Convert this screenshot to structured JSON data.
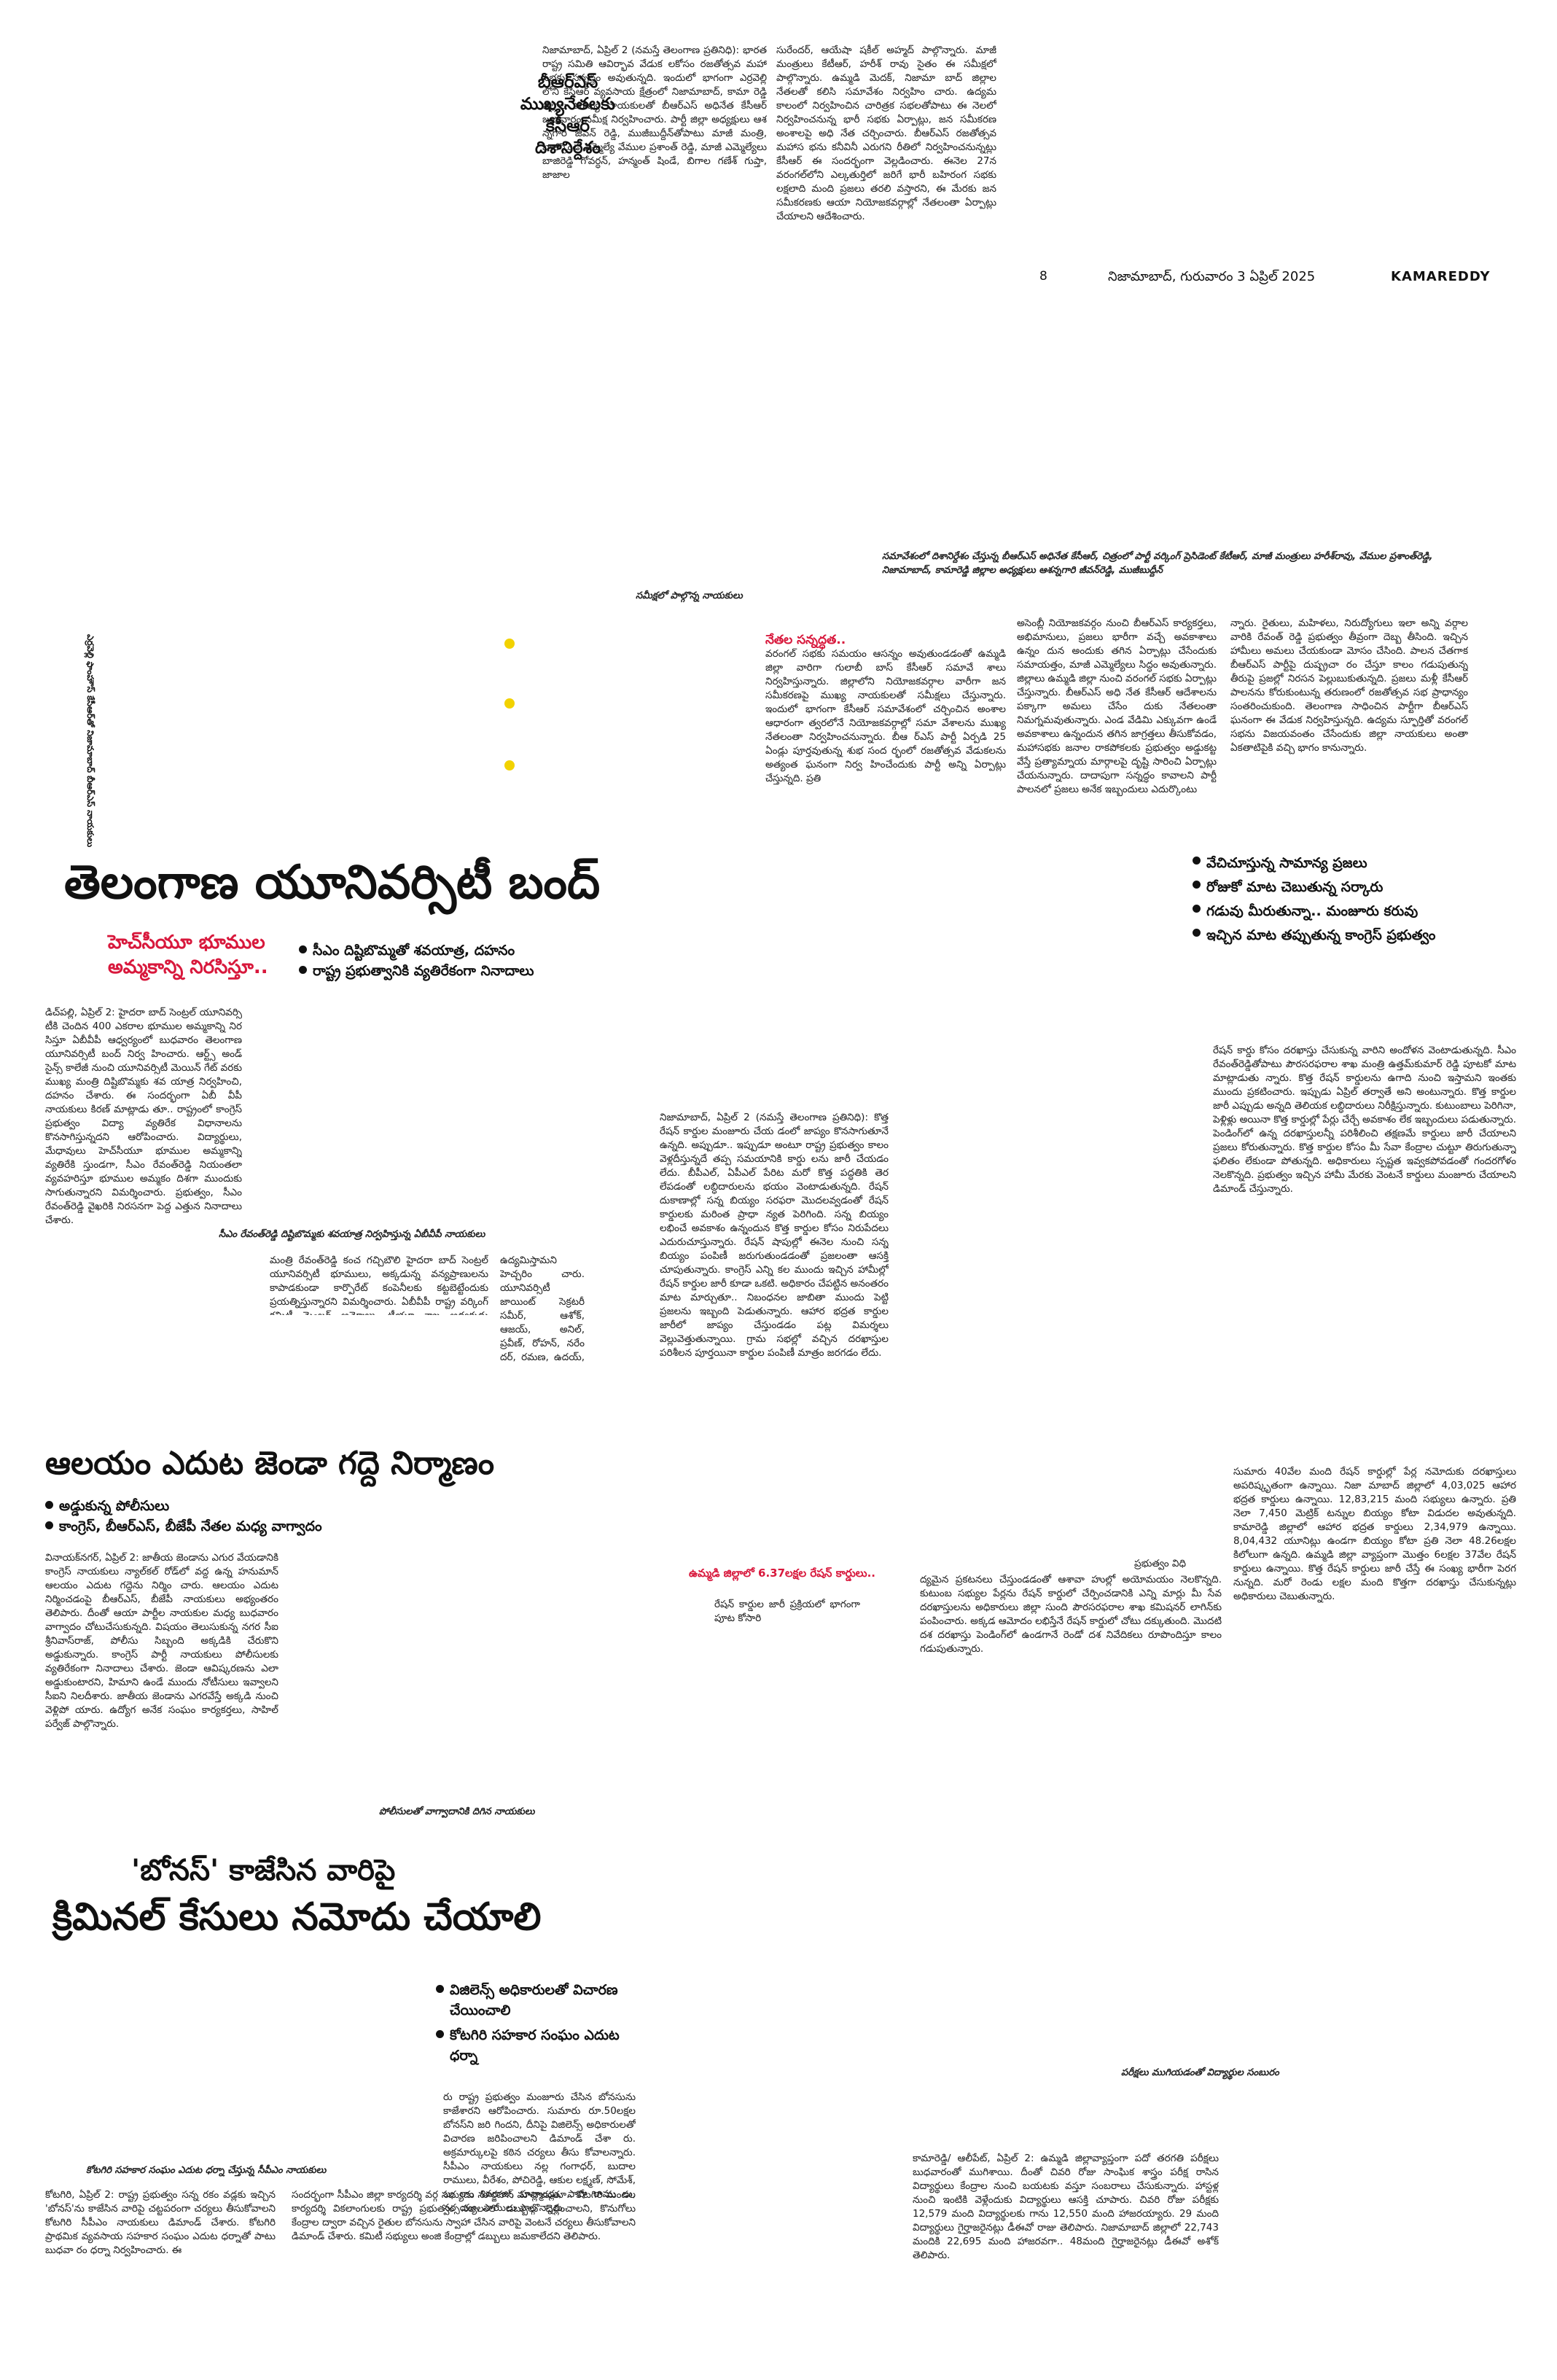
{
  "header": {
    "page_no": "8",
    "dateline": "నిజామాబాద్, గురువారం 3 ఏప్రిల్ 2025",
    "edition": "KAMAREDDY"
  },
  "story_brs": {
    "headline": [
      "బీఆర్ఎస్",
      "ముఖ్యనేతలకు",
      "కేసీఆర్",
      "దిశానిర్దేశం"
    ],
    "col1": "నిజామాబాద్, ఏప్రిల్ 2 (నమస్తే తెలంగాణ ప్రతినిధి): భారత రాష్ట్ర సమితి ఆవిర్భావ వేడుక లకోసం రజతోత్సవ మహా సభకు సన్నద్ధం అవుతున్నది. ఇందులో భాగంగా ఎర్రవెల్లి లోని కేసీఆర్ వ్యవసాయ క్షేత్రంలో నిజామాబాద్, కామా రెడ్డి జిల్లాల ముఖ్య నాయకులతో బీఆర్ఎస్ అధినేత కేసీఆర్ బుధవారం సమీక్ష నిర్వహించారు. పార్టీ జిల్లా అధ్యక్షులు ఆశ న్నగారి జీవన్ రెడ్డి, ముజీబుద్దీన్‌తోపాటు మాజీ మంత్రి, బాల్కొండ ఎమ్మెల్యే వేముల ప్రశాంత్ రెడ్డి, మాజీ ఎమ్మెల్యేలు బాజిరెడ్డి గోవర్ధన్, హన్మంత్ షిండే, బిగాల గణేశ్ గుప్తా, జాజాల",
    "col2": "సురేందర్, ఆయేషా షకీల్ అహ్మద్ పాల్గొన్నారు. మాజీ మంత్రులు కేటీఆర్, హరీశ్ రావు సైతం ఈ సమీక్షలో పాల్గొన్నారు. ఉమ్మడి మెదక్, నిజామా బాద్ జిల్లాల నేతలతో కలిసి సమావేశం నిర్వహిం చారు. ఉద్యమ కాలంలో నిర్వహించిన చారిత్రక సభలతోపాటు ఈ నెలలో నిర్వహించనున్న భారీ సభకు ఏర్పాట్లు, జన సమీకరణ అంశాలపై అధి నేత చర్చించారు. బీఆర్ఎస్ రజతోత్సవ మహాస భను కనీవినీ ఎరుగని రీతిలో నిర్వహించనున్నట్లు కేసీఆర్ ఈ సందర్భంగా వెల్లడించారు. ఈనెల 27న వరంగల్‌లోని ఎల్కతుర్తిలో జరిగే భారీ బహిరంగ సభకు లక్షలాది మంది ప్రజలు తరలి వస్తారని, ఈ మేరకు జన సమీకరణకు ఆయా నియోజకవర్గాల్లో నేతలంతా ఏర్పాట్లు చేయాలని ఆదేశించారు."
  },
  "photo_cap_main": "సమావేశంలో దిశానిర్దేశం చేస్తున్న బీఆర్ఎస్ అధినేత కేసీఆర్, చిత్రంలో పార్టీ వర్కింగ్ ప్రెసిడెంట్ కేటీఆర్, మాజీ మంత్రులు హరీశ్‌రావు, వేముల ప్రశాంత్‌రెడ్డి, నిజామాబాద్, కామారెడ్డి జిల్లాల అధ్యక్షులు ఆశన్నగారి జీవన్‌రెడ్డి, ముజీబుద్దీన్",
  "photo_cap_left": "సమీక్షలో పాల్గొన్న నాయకులు",
  "vert_caption": "ఎర్రవెల్లి ఫాంహౌస్ కేసీఆర్‌తో నిజామాబాద్ బీఆర్ఎస్ నాయకులు",
  "story_brs2": {
    "kicker": "నేతల సన్నద్ధత..",
    "col1": "వరంగల్ సభకు సమయం ఆసన్నం అవుతుండడంతో ఉమ్మడి జిల్లా వారిగా గులాబీ బాస్ కేసీఆర్ సమావే శాలు నిర్వహిస్తున్నారు. జిల్లాలోని నియోజకవర్గాల వారీగా జన సమీకరణపై ముఖ్య నాయకులతో సమీక్షలు చేస్తున్నారు. ఇందులో భాగంగా కేసీఆర్ సమావేశంలో చర్చించిన అంశాల ఆధారంగా త్వరలోనే నియోజకవర్గాల్లో సమా వేశాలను ముఖ్య నేతలంతా నిర్వహించనున్నారు. బీఆ ర్ఎస్ పార్టీ ఏర్పడి 25 ఏండ్లు పూర్తవుతున్న శుభ సంద ర్భంలో రజతోత్సవ వేడుకలను అత్యంత ఘనంగా నిర్వ హించేందుకు పార్టీ అన్ని ఏర్పాట్లు చేస్తున్నది. ప్రతి",
    "col2": "అసెంబ్లీ నియోజకవర్గం నుంచి బీఆర్ఎస్ కార్యకర్తలు, అభిమానులు, ప్రజలు భారీగా వచ్చే అవకాశాలు ఉన్నం దున అందుకు తగిన ఏర్పాట్లు చేసేందుకు సమాయత్తం, మాజీ ఎమ్మెల్యేలు సిద్ధం అవుతున్నారు. జిల్లాలు ఉమ్మడి జిల్లా నుంచి వరంగల్ సభకు ఏర్పాట్లు చేస్తున్నారు. బీఆర్ఎస్ అధి నేత కేసీఆర్ ఆదేశాలను పక్కాగా అమలు చేసేం దుకు నేతలంతా నిమగ్నమవుతున్నారు. ఎండ వేడిమి ఎక్కువగా ఉండే అవకాశాలు ఉన్నందున తగిన జాగ్రత్తలు తీసుకోవడం, మహాసభకు జనాల రాకపోకలకు ప్రభుత్వం అడ్డుకట్ట వేస్తే ప్రత్యామ్నాయ మార్గాలపై దృష్టి సారించి ఏర్పాట్లు చేయనున్నారు. దాదాపుగా సన్నద్ధం కావాలని పార్టీ పాలనలో ప్రజలు అనేక ఇబ్బందులు ఎదుర్కొంటు",
    "col3": "న్నారు. రైతులు, మహిళలు, నిరుద్యోగులు ఇలా అన్ని వర్గాల వారికి రేవంత్ రెడ్డి ప్రభుత్వం తీవ్రంగా దెబ్బ తీసింది. ఇచ్చిన హామీలు అమలు చేయకుండా మోసం చేసింది. పాలన చేతగాక బీఆర్ఎస్ పార్టీపై దుష్ప్రచా రం చేస్తూ కాలం గడుపుతున్న తీరుపై ప్రజల్లో నిరసన పెల్లుబుకుతున్నది. ప్రజలు మళ్లీ కేసీఆర్ పాలనను కోరుకుంటున్న తరుణంలో రజతోత్సవ సభ ప్రాధాన్యం సంతరించుకుంది. తెలంగాణ సాధించిన పార్టీగా బీఆర్ఎస్ ఘనంగా ఈ వేడుక నిర్వహిస్తున్నది. ఉద్యమ స్ఫూర్తితో వరంగల్ సభను విజయవంతం చేసేందుకు జిల్లా నాయకులు అంతా ఏకతాటిపైకి వచ్చి భాగం కానున్నారు."
  },
  "hcu": {
    "headline": "తెలంగాణ యూనివర్సిటీ బంద్",
    "kicker": "హెచ్‌సీయూ భూముల అమ్మకాన్ని నిరసిస్తూ..",
    "bullets": [
      "సీఎం దిష్టిబొమ్మతో శవయాత్ర, దహనం",
      "రాష్ట్ర ప్రభుత్వానికి వ్యతిరేకంగా నినాదాలు"
    ],
    "col1": "డిచ్‌పల్లి, ఏప్రిల్ 2: హైదరా బాద్ సెంట్రల్ యూనివర్సి టీకి చెందిన 400 ఎకరాల భూముల అమ్మకాన్ని నిర సిస్తూ ఏబీవీపీ ఆధ్వర్యంలో బుధవారం తెలంగాణ యూనివర్సిటీ బంద్ నిర్వ హించారు. ఆర్ట్స్ అండ్ సైన్స్ కాలేజీ నుంచి యూనివర్సిటీ మెయిన్ గేట్ వరకు ముఖ్య మంత్రి దిష్టిబొమ్మకు శవ యాత్ర నిర్వహించి, దహనం చేశారు. ఈ సందర్భంగా ఏబీ వీపీ నాయకులు కిరణ్ మాట్లాడు తూ.. రాష్ట్రంలో కాంగ్రెస్ ప్రభుత్వం విద్యా వ్యతిరేక విధానాలను కొనసాగిస్తున్నదని ఆరోపించారు. విద్యార్థులు, మేధావులు హెచ్‌సీయూ భూముల అమ్మకాన్ని వ్యతిరేకి స్తుండగా, సీఎం రేవంత్‌రెడ్డి నియంతలా వ్యవహరిస్తూ భూముల అమ్మకం దిశగా ముందుకు సాగుతున్నారని విమర్శించారు. ప్రభుత్వం, సీఎం రేవంత్‌రెడ్డి వైఖరికి నిరసనగా పెద్ద ఎత్తున నినాదాలు చేశారు.",
    "photo_cap": "సీఎం రేవంత్‌రెడ్డి దిష్టిబొమ్మకు శవయాత్ర నిర్వహిస్తున్న ఏబీవీపీ నాయకులు",
    "col2": "మంత్రి రేవంత్‌రెడ్డి కంచ గచ్చిబౌలి హైదరా బాద్ సెంట్రల్ యూనివర్సిటీ భూములు, అక్కడున్న వన్యప్రాణులను కాపాడకుండా కార్పొరేట్ కంపెనీలకు కట్టబెట్టేందుకు ప్రయత్నిస్తున్నారని విమర్శించారు. ఏబీవీపీ రాష్ట్ర వర్కింగ్ కమిటీ మెంబర్ అమ్మోజు, టీయూ శాఖ అధ్యక్షుడు సాయికుమార్ మాట్లాడుతూ.. ప్రభుత్వం తన నిర్ణయాన్ని వెనక్కి తీసుకోవాలని, లేనిపక్షంలో విద్యార్థులతో కలిసి పెద్ద ఎత్తున",
    "col3": "ఉద్యమిస్తామని హెచ్చరిం చారు. యూనివర్సిటీ జాయింట్ సెక్రటరీ సమీర్, ఆశోక్, ఆజయ్, అనిల్, ప్రవీణ్, రోహన్, నరేం దర్, రమణ, ఉదయ్, సాయి, కౌశిక్, అనిల్, విద్యార్థులు పాల్గొ న్నారు."
  },
  "ration": {
    "bullets": [
      "వేచిచూస్తున్న సామాన్య ప్రజలు",
      "రోజుకో మాట చెబుతున్న సర్కారు",
      "గడువు మీరుతున్నా.. మంజూరు కరువు",
      "ఇచ్చిన మాట తప్పుతున్న కాంగ్రెస్ ప్రభుత్వం"
    ],
    "col1": "నిజామాబాద్, ఏప్రిల్ 2 (నమస్తే తెలంగాణ ప్రతినిధి): కొత్త రేషన్ కార్డుల మంజూరు చేయ డంలో జాప్యం కొనసాగుతూనే ఉన్నది. అప్పుడూ.. ఇప్పుడూ అంటూ రాష్ట్ర ప్రభుత్వం కాలం వెళ్లదీస్తున్నదే తప్ప సమయానికి కార్డు లను జారీ చేయడం లేదు. బీపీఎల్, ఏపీఎల్ పేరిట మరో కొత్త పద్ధతికి తెర లేపడంతో లబ్ధిదారులను భయం వెంటాడుతున్నది. రేషన్ దుకాణాల్లో సన్న బియ్యం సరఫరా మొదలవ్వడంతో రేషన్ కార్డులకు మరింత ప్రాధా న్యత పెరిగింది. సన్న బియ్యం లభించే అవకాశం ఉన్నందున కొత్త కార్డుల కోసం నిరుపేదలు ఎదురుచూస్తున్నారు. రేషన్ షాపుల్లో ఈనెల నుంచి సన్న బియ్యం పంపిణీ జరుగుతుండడంతో ప్రజలంతా ఆసక్తి చూపుతున్నారు. కాంగ్రెస్ ఎన్ని కల ముందు ఇచ్చిన హామీల్లో రేషన్ కార్డుల జారీ కూడా ఒకటి. అధికారం చేపట్టిన అనంతరం మాట మార్చుతూ.. నిబంధనల జాబితా ముందు పెట్టి ప్రజలను ఇబ్బంది పెడుతున్నారు. ఆహార భద్రత కార్డుల జారీలో జాప్యం చేస్తుండడం పట్ల విమర్శలు వెల్లువెత్తుతున్నాయి. గ్రామ సభల్లో వచ్చిన దరఖాస్తుల పరిశీలన పూర్తయినా కార్డుల పంపిణీ మాత్రం జరగడం లేదు.",
    "kicker": "ఉమ్మడి జిల్లాలో 6.37లక్షల రేషన్ కార్డులు..",
    "col1b": "రేషన్ కార్డుల జారీ ప్రక్రియలో భాగంగా పూట కోసారి",
    "col2_tail": "ప్రభుత్వం విధి",
    "col2": "ద్యమైన ప్రకటనలు చేస్తుండడంతో ఆశావా హుల్లో అయోమయం నెలకొన్నది. కుటుంబ సభ్యుల పేర్లను రేషన్ కార్డులో చేర్పించడానికి ఎన్ని మార్లు మీ సేవ దరఖాస్తులను అధికారులు జిల్లా సుంది పౌరసరఫరాల శాఖ కమిషనర్ లాగిన్‌కు పంపించారు. అక్కడ ఆమోదం లభిస్తేనే రేషన్ కార్డులో చోటు దక్కుతుంది. మొదటి దశ దరఖాస్తు పెండింగ్‌లో ఉండగానే రెండో దశ నివేదికలు రూపొందిస్తూ కాలం గడుపుతున్నారు.",
    "col3": "రేషన్ కార్డు కోసం దరఖాస్తు చేసుకున్న వారిని అందోళన వెంటాడుతున్నది. సీఎం రేవంత్‌రెడ్డితోపాటు పౌరసరఫరాల శాఖ మంత్రి ఉత్తమ్‌కుమార్ రెడ్డి పూటకో మాట మాట్లాడుతు న్నారు. కొత్త రేషన్ కార్డులను ఉగాది నుంచి ఇస్తామని ఇంతకు ముందు ప్రకటించారు. ఇప్పుడు ఏప్రిల్ తర్వాతే అని అంటున్నారు. కొత్త కార్డుల జారీ ఎప్పుడు అన్నది తెలియక లబ్ధిదారులు నిరీక్షిస్తున్నారు. కుటుంబాలు పెరిగినా, పెళ్లిళ్లు అయినా కొత్త కార్డుల్లో పేర్లు చేర్చే అవకాశం లేక ఇబ్బందులు పడుతున్నారు. పెండింగ్‌లో ఉన్న దరఖాస్తులన్నీ పరిశీలించి తక్షణమే కార్డులు జారీ చేయాలని ప్రజలు కోరుతున్నారు. కొత్త కార్డుల కోసం మీ సేవా కేంద్రాల చుట్టూ తిరుగుతున్నా ఫలితం లేకుండా పోతున్నది. అధికారులు స్పష్టత ఇవ్వకపోవడంతో గందరగోళం నెలకొన్నది. ప్రభుత్వం ఇచ్చిన హామీ మేరకు వెంటనే కార్డులు మంజూరు చేయాలని డిమాండ్ చేస్తున్నారు.",
    "col3b": "సుమారు 40వేల మంది రేషన్ కార్డుల్లో పేర్ల నమోదుకు దరఖాస్తులు అపరిష్కృతంగా ఉన్నాయి. నిజా మాబాద్ జిల్లాలో 4,03,025 ఆహార భద్రత కార్డులు ఉన్నాయి. 12,83,215 మంది సభ్యులు ఉన్నారు. ప్రతి నెలా 7,450 మెట్రిక్ టన్నుల బియ్యం కోటా విడుదల అవుతున్నది. కామారెడ్డి జిల్లాలో ఆహార భద్రత కార్డులు 2,34,979 ఉన్నాయి. 8,04,432 యూనిట్లు ఉండగా బియ్యం కోటా ప్రతి నెలా 48.26లక్షల కిలోలుగా ఉన్నది. ఉమ్మడి జిల్లా వ్యాప్తంగా మొత్తం 6లక్షల 37వేల రేషన్ కార్డులు ఉన్నాయి. కొత్త రేషన్ కార్డులు జారీ చేస్తే ఈ సంఖ్య భారీగా పెరగ నున్నది. మరో రెండు లక్షల మంది కొత్తగా దరఖాస్తు చేసుకున్నట్లు అధికారులు చెబుతున్నారు."
  },
  "temple": {
    "headline": "ఆలయం ఎదుట జెండా గద్దె నిర్మాణం",
    "bullets": [
      "అడ్డుకున్న పోలీసులు",
      "కాంగ్రెస్, బీఆర్ఎస్, బీజేపీ నేతల మధ్య వాగ్వాదం"
    ],
    "col1": "వినాయక్‌నగర్, ఏప్రిల్ 2: జాతీయ జెండాను ఎగుర వేయడానికి కాంగ్రెస్ నాయకులు న్యాల్‌కల్ రోడ్‌లో వద్ద ఉన్న హనుమాన్ ఆలయం ఎదుట గద్దెను నిర్మిం చారు. ఆలయం ఎదుట నిర్మించడంపై బీఆర్ఎస్, బీజేపీ నాయకులు అభ్యంతరం తెలిపారు. దీంతో ఆయా పార్టీల నాయకుల మధ్య బుధవారం వాగ్వాదం చోటుచేసుకున్నది. విషయం తెలుసుకున్న నగర సీఐ శ్రీనివాస్‌రాజ్, పోలీసు సిబ్బంది అక్కడికి చేరుకొని అడ్డుకున్నారు. కాంగ్రెస్ పార్టీ నాయకులు పోలీసులకు వ్యతిరేకంగా నినాదాలు చేశారు. జెండా ఆవిష్కరణను ఎలా అడ్డుకుంటారని, హిమాని ఉండే ముందు నోటీసులు ఇవ్వాలని సీఐని నిలదీశారు. జాతీయ జెండాను ఎగరవేస్తే అక్కడి నుంచి వెళ్లిపో యారు. ఉద్యోగ అనేక సంఘం కార్యకర్తలు, సాహిల్ పర్వేజ్ పాల్గొన్నారు.",
    "photo_cap": "పోలీసులతో వాగ్వాదానికి దిగిన నాయకులు"
  },
  "bonus": {
    "headline1": "'బోనస్' కాజేసిన వారిపై",
    "headline2": "క్రిమినల్ కేసులు నమోదు చేయాలి",
    "bullets": [
      "విజిలెన్స్ అధికారులతో విచారణ చేయించాలి",
      "కోటగిరి సహకార సంఘం ఎదుట ధర్నా"
    ],
    "col_right": "రు రాష్ట్ర ప్రభుత్వం మంజూరు చేసిన బోనసును కాజేశారని ఆరోపించారు. సుమారు రూ.50లక్షల బోనస్‌ని జరి గిందని, దీనిపై విజిలెన్స్ అధికారులతో విచారణ జరిపించాలని డిమాండ్ చేశా రు. అక్రమార్కులపై కఠిన చర్యలు తీసు కోవాలన్నారు. సీపీఎం నాయకులు నల్ల గంగాధర్, బుదాల రాములు, వీరేశం, పోచిరెడ్డి, ఆకుల లక్ష్మణ్, సోమేశ్, బు రాం శివరాజు, హన్మాండ్లు, పాషా రాము లు, నర్సయ్య, సాయిలు పాల్గొన్నారు.",
    "photo_cap": "కోటగిరి సహకార సంఘం ఎదుట ధర్నా చేస్తున్న సీపీఎం నాయకులు",
    "col1": "కోటగిరి, ఏప్రిల్ 2: రాష్ట్ర ప్రభుత్వం సన్న రకం వడ్లకు ఇచ్చిన 'బోనస్'ను కాజేసిన వారిపై చట్టపరంగా చర్యలు తీసుకోవాలని కోటగిరి సీపీఎం నాయకులు డిమాండ్ చేశారు. కోటగిరి ప్రాథమిక వ్యవసాయ సహకార సంఘం ఎదుట ధర్నాతో పాటు బుధవా రం ధర్నా నిర్వహించారు. ఈ",
    "col2": "సందర్భంగా సీపీఎం జిల్లా కార్యదర్శి వర్గ సభ్యుడు నూర్జహాన్ మాట్లాడుతూ.. కోటగిరి మండల కార్యదర్శి వికలాంగులకు రాష్ట్ర ప్రభుత్వం సకాలంలో డబ్బులు చెల్లించాలని, కొనుగోలు కేంద్రాల ద్వారా వచ్చిన రైతుల బోనసును స్వాహా చేసిన వారిపై వెంటనే చర్యలు తీసుకోవాలని డిమాండ్ చేశారు. కమిటీ సభ్యులు అంజి కేంద్రాల్లో డబ్బులు జమకాలేదని తెలిపారు."
  },
  "exam": {
    "photo_cap": "పరీక్షలు ముగియడంతో విద్యార్థుల సంబురం",
    "col1": "కామారెడ్డి/ ఆలీపేట్, ఏప్రిల్ 2: ఉమ్మడి జిల్లావ్యాప్తంగా పదో తరగతి పరీక్షలు బుధవారంతో ముగిశాయి. దీంతో చివరి రోజు సాంఘిక శాస్త్రం పరీక్ష రాసిన విద్యార్థులు కేంద్రాల నుంచి బయటకు వస్తూ సంబరాలు చేసుకున్నారు. హాస్టళ్ల నుంచి ఇంటికి వెళ్లేందుకు విద్యార్థులు ఆసక్తి చూపారు. చివరి రోజు పరీక్షకు 12,579 మంది విద్యార్థులకు గాను 12,550 మంది హాజరయ్యారు. 29 మంది విద్యార్థులు గైర్హాజరైనట్లు డీఈవో రాజు తెలిపారు. నిజామాబాద్ జిల్లాలో 22,743 మందికి 22,695 మంది హాజరవగా.. 48మంది గైర్హాజరైనట్లు డీఈవో అశోక్ తెలిపారు."
  }
}
